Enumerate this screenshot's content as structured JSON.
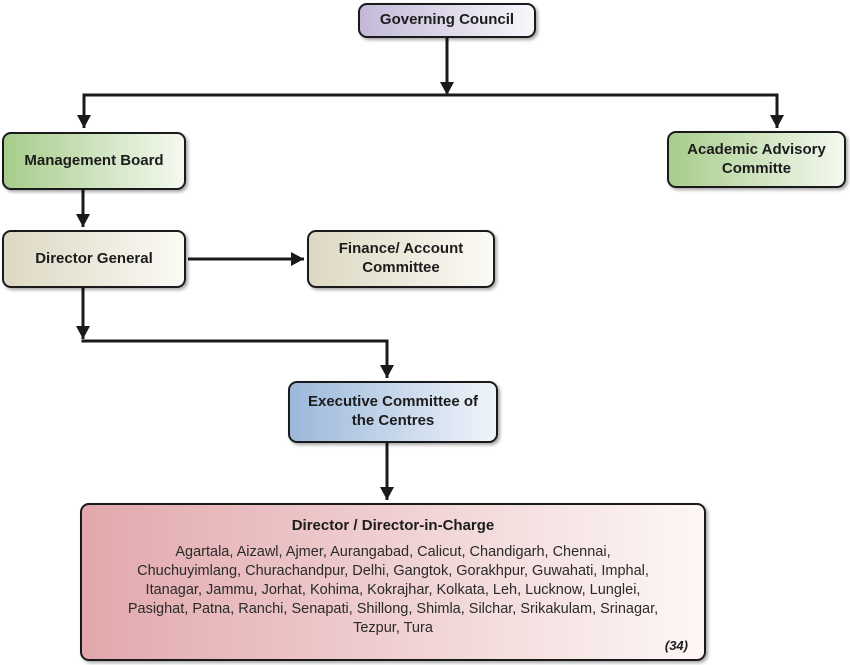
{
  "diagram": {
    "type": "organization-chart",
    "colors": {
      "governing_council": "#c3b9d7",
      "board_committee_green": "#a7cc8b",
      "director_tan": "#dcd8c2",
      "executive_blue": "#9bb8da",
      "directors_pink": "#e2a8ac",
      "line_and_border": "#1a1a1a"
    },
    "nodes": {
      "governing_council": {
        "label": "Governing Council"
      },
      "management_board": {
        "label": "Management Board"
      },
      "academic_advisory": {
        "label": "Academic Advisory Committe"
      },
      "director_general": {
        "label": "Director General"
      },
      "finance_account": {
        "label": "Finance/ Account Committee"
      },
      "executive_committee": {
        "label": "Executive Committee of the Centres"
      },
      "directors": {
        "title": "Director / Director-in-Charge",
        "centres_lines": [
          "Agartala, Aizawl, Ajmer, Aurangabad, Calicut, Chandigarh, Chennai,",
          "Chuchuyimlang, Churachandpur, Delhi, Gangtok, Gorakhpur, Guwahati, Imphal,",
          "Itanagar, Jammu, Jorhat, Kohima, Kokrajhar, Kolkata, Leh, Lucknow, Lunglei,",
          "Pasighat, Patna, Ranchi, Senapati, Shillong, Shimla, Silchar, Srikakulam, Srinagar,",
          "Tezpur, Tura"
        ],
        "count_label": "(34)"
      }
    },
    "edges": [
      "governing_council -> management_board",
      "governing_council -> academic_advisory",
      "management_board -> director_general",
      "director_general -> finance_account",
      "director_general -> executive_committee",
      "executive_committee -> directors"
    ]
  }
}
